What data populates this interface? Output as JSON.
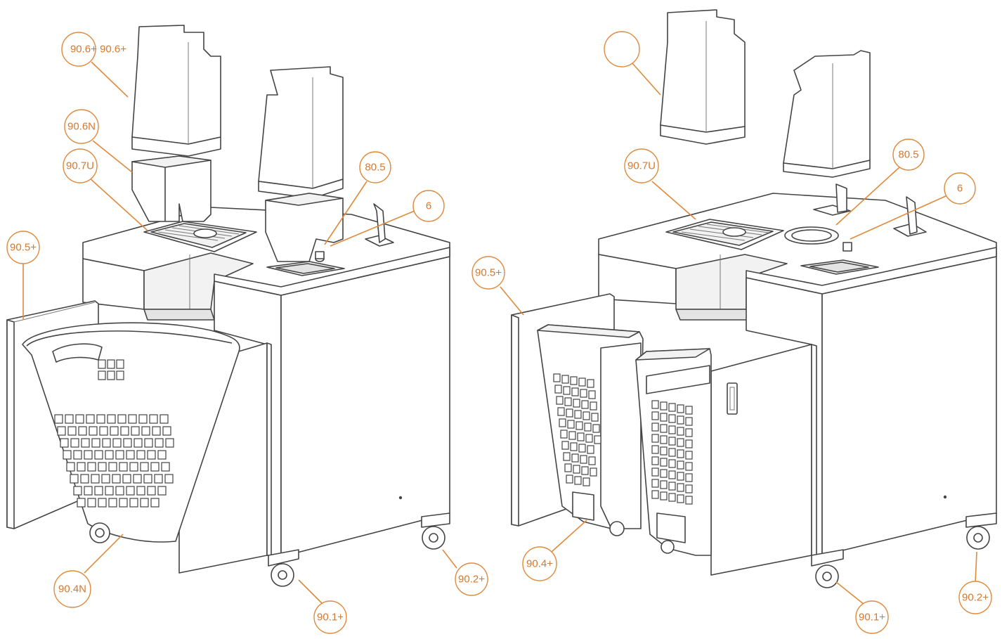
{
  "accent_color": "#e08a3c",
  "left_view": {
    "callouts": [
      {
        "id": "hopper-top",
        "text": "90.6+ 90.6+"
      },
      {
        "id": "hopper-lower",
        "text": "90.6N"
      },
      {
        "id": "grate",
        "text": "90.7U"
      },
      {
        "id": "ring",
        "text": "80.5"
      },
      {
        "id": "bracket",
        "text": "6"
      },
      {
        "id": "panel",
        "text": "90.5+"
      },
      {
        "id": "basket",
        "text": "90.4N"
      },
      {
        "id": "front-wheel",
        "text": "90.1+"
      },
      {
        "id": "rear-wheel",
        "text": "90.2+"
      }
    ]
  },
  "right_view": {
    "callouts": [
      {
        "id": "hopper-top",
        "text": ""
      },
      {
        "id": "grate",
        "text": "90.7U"
      },
      {
        "id": "ring",
        "text": "80.5"
      },
      {
        "id": "bracket",
        "text": "6"
      },
      {
        "id": "panel",
        "text": "90.5+"
      },
      {
        "id": "bins",
        "text": "90.4+"
      },
      {
        "id": "front-wheel",
        "text": "90.1+"
      },
      {
        "id": "rear-wheel",
        "text": "90.2+"
      }
    ]
  }
}
